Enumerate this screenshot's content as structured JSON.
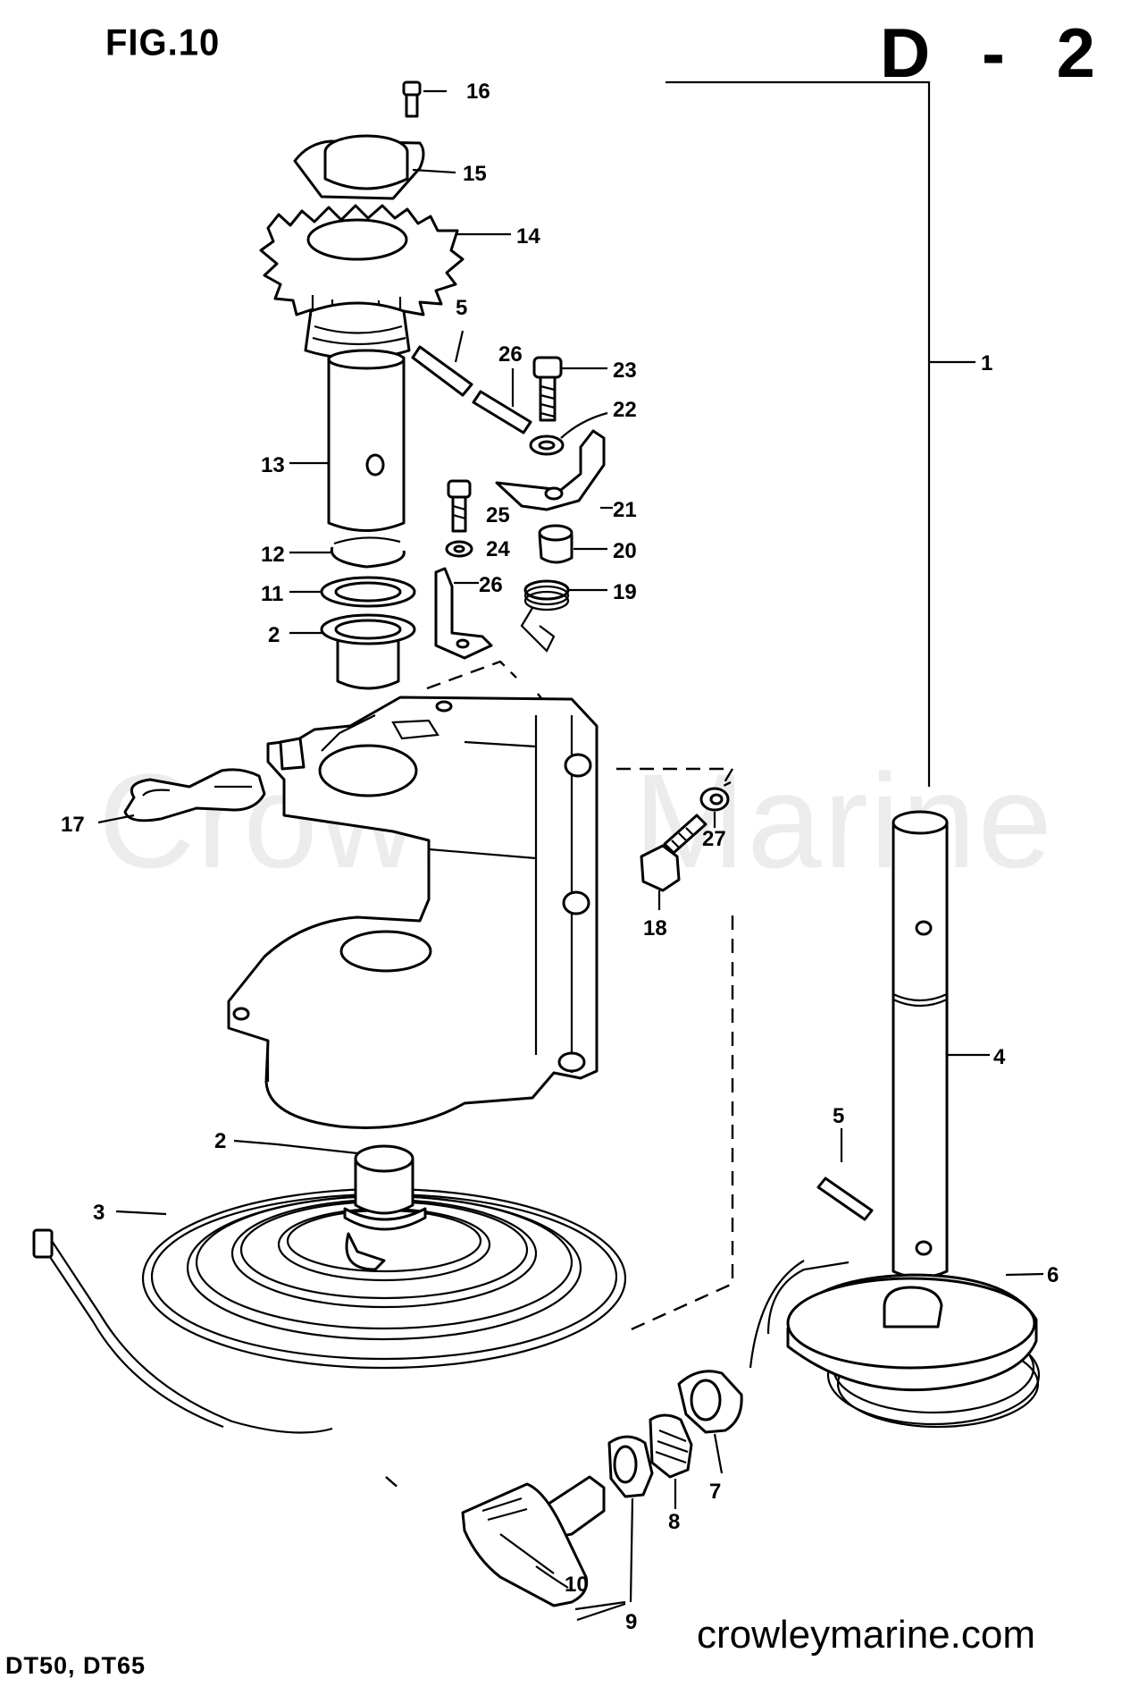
{
  "header": {
    "figure": "FIG.10",
    "page_code": "D - 2"
  },
  "footer": {
    "models": "DT50, DT65",
    "website": "crowleymarine.com"
  },
  "watermark": "Crowley Marine",
  "callouts": [
    "1",
    "2",
    "2",
    "3",
    "4",
    "5",
    "5",
    "6",
    "7",
    "8",
    "9",
    "10",
    "11",
    "12",
    "13",
    "14",
    "15",
    "16",
    "17",
    "18",
    "19",
    "20",
    "21",
    "22",
    "23",
    "24",
    "25",
    "26",
    "26",
    "27"
  ]
}
